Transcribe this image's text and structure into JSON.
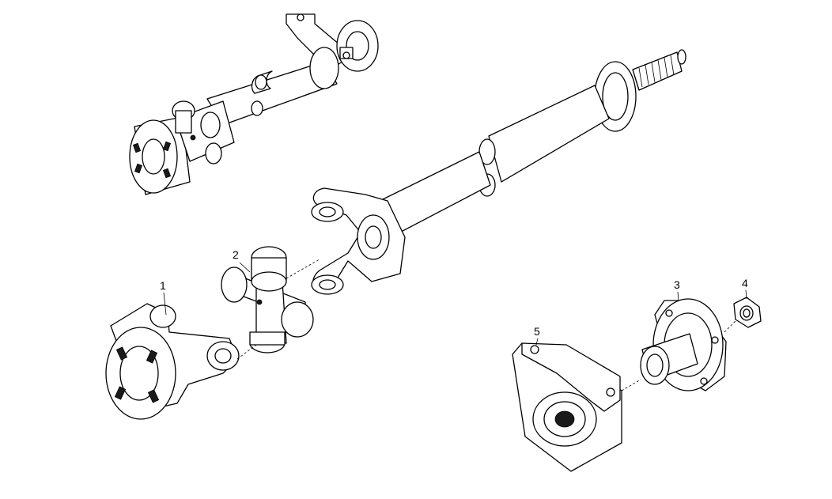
{
  "callouts": [
    {
      "id": "p1",
      "label": "1"
    },
    {
      "id": "p2",
      "label": "2"
    },
    {
      "id": "p3",
      "label": "3"
    },
    {
      "id": "p4",
      "label": "4"
    },
    {
      "id": "p5",
      "label": "5"
    }
  ],
  "colors": {
    "line": "#000000",
    "background": "#ffffff",
    "fill_dark": "#1a1a1a"
  }
}
